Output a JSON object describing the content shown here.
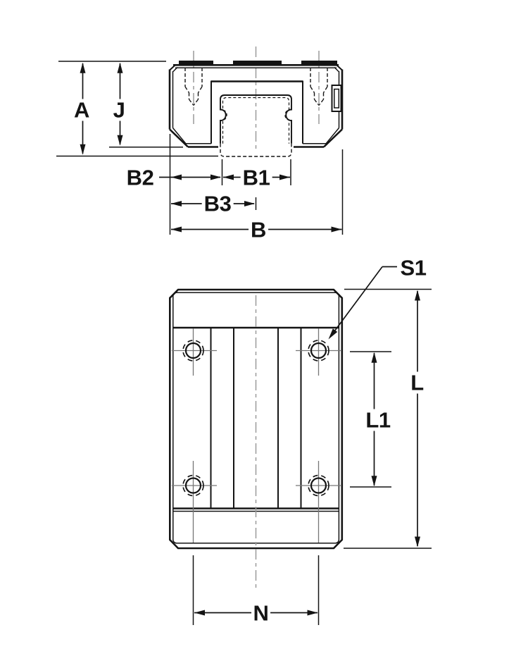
{
  "drawing": {
    "description": "two-view dimensioned engineering drawing of a linear guide carriage block on a profile rail",
    "views": {
      "top": "cross-section end view",
      "bottom": "plan view"
    },
    "dimension_labels": {
      "A": "A",
      "J": "J",
      "B2": "B2",
      "B1": "B1",
      "B3": "B3",
      "B": "B",
      "S1": "S1",
      "L": "L",
      "L1": "L1",
      "N": "N"
    },
    "colors": {
      "line": "#141414",
      "centerline": "#9a9a9a",
      "crosshair": "#777777",
      "bg": "#ffffff"
    }
  }
}
